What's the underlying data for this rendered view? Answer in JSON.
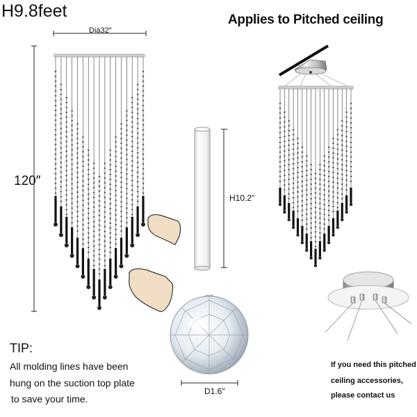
{
  "labels": {
    "height_title": "H9.8feet",
    "pitched_title": "Applies to Pitched ceiling",
    "diameter": "Dia32″",
    "height_120": "120″",
    "tube_height": "H10.2″",
    "crystal_diameter": "D1.6″"
  },
  "tip": {
    "heading": "TIP:",
    "lines": [
      "All molding lines have been",
      "hung on the suction top plate",
      " to save your time."
    ]
  },
  "contact": {
    "lines": [
      "If you need this pitched",
      "ceiling accessories,",
      "please contact us"
    ]
  },
  "colors": {
    "rod": "#111111",
    "strand": "#555555",
    "plate": "#bdbdbd",
    "hand": "#f1ddc3"
  }
}
